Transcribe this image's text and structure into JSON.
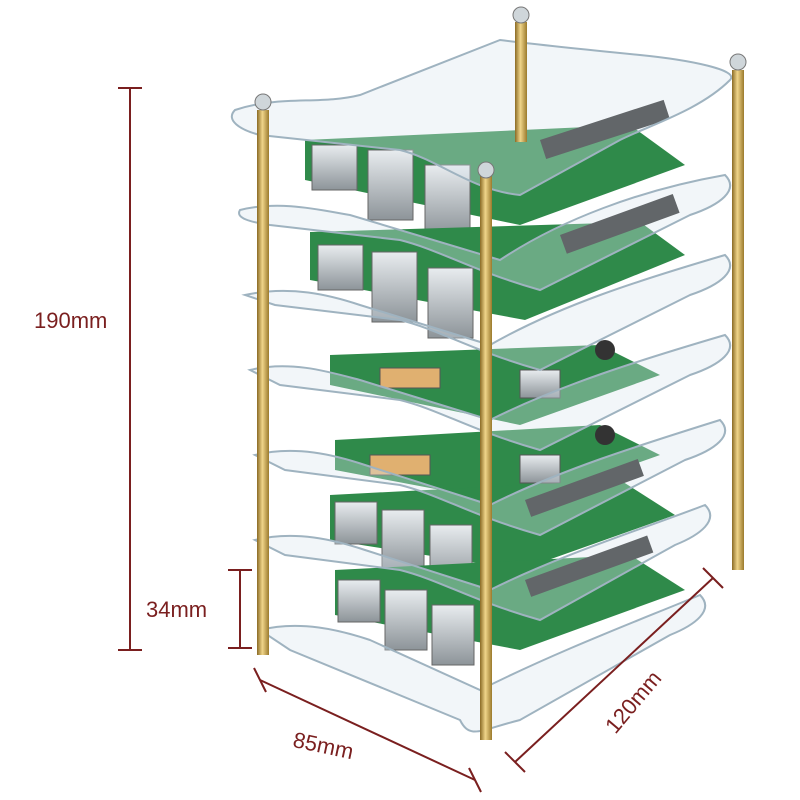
{
  "dimensions": {
    "height": "190mm",
    "layer_spacing": "34mm",
    "width": "85mm",
    "depth": "120mm"
  },
  "colors": {
    "dimension_line": "#7a1f1f",
    "standoff_brass": "#c9a24a",
    "pcb_green": "#2f8a4a",
    "acrylic": "#d9e6ee",
    "port_metal": "#b9bec3"
  }
}
